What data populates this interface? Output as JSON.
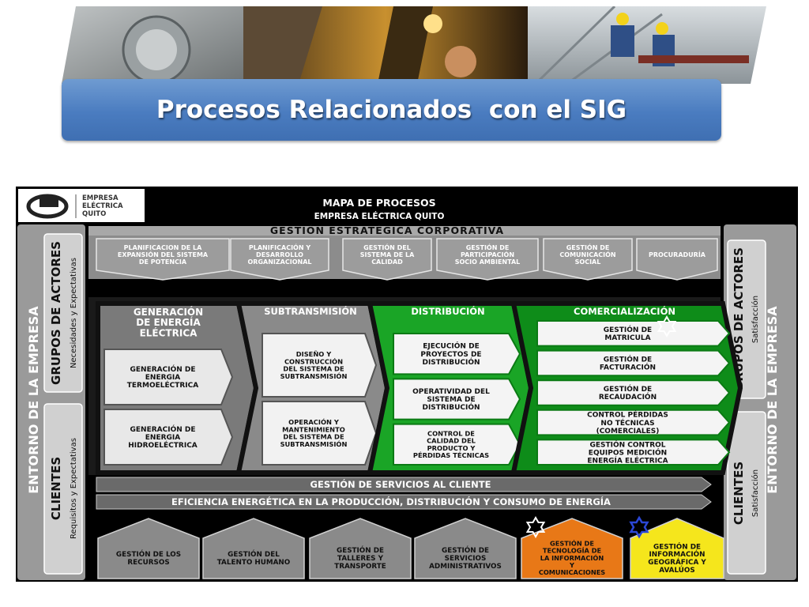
{
  "slide": {
    "title": "Procesos Relacionados  con el SIG"
  },
  "banner": {
    "photos": [
      "electric-meter-photo",
      "worker-photo",
      "linemen-photo"
    ]
  },
  "map": {
    "logo": {
      "line1": "EMPRESA",
      "line2": "ELÉCTRICA",
      "line3": "QUITO"
    },
    "header_title": "MAPA DE PROCESOS",
    "header_subtitle": "EMPRESA ELÉCTRICA QUITO",
    "strategic": {
      "title": "GESTIÓN ESTRATÉGICA CORPORATIVA",
      "items": [
        [
          "PLANIFICACION DE LA",
          "EXPANSIÓN DEL SISTEMA",
          "DE POTENCIA"
        ],
        [
          "PLANIFICACIÓN Y",
          "DESARROLLO",
          "ORGANIZACIONAL"
        ],
        [
          "GESTIÓN DEL",
          "SISTEMA DE LA",
          "CALIDAD"
        ],
        [
          "GESTIÓN DE",
          "PARTICIPACIÓN",
          "SOCIO AMBIENTAL"
        ],
        [
          "GESTIÓN DE",
          "COMUNICACIÓN",
          "SOCIAL"
        ],
        [
          "PROCURADURÍA"
        ]
      ]
    },
    "left_sidebar": {
      "outer": "ENTORNO DE LA EMPRESA",
      "top_title": "GRUPOS DE ACTORES",
      "top_sub": "Necesidades y Expectativas",
      "bottom_title": "CLIENTES",
      "bottom_sub": "Requisitos y Expectativas"
    },
    "right_sidebar": {
      "outer": "ENTORNO DE LA EMPRESA",
      "top_title": "GRUPOS DE ACTORES",
      "top_sub": "Satisfacción",
      "bottom_title": "CLIENTES",
      "bottom_sub": "Satisfacción"
    },
    "core": [
      {
        "title": [
          "GENERACIÓN",
          "DE ENERGÍA",
          "ELÉCTRICA"
        ],
        "color": "#7a7a7a",
        "items": [
          [
            "GENERACIÓN DE",
            "ENERGIA",
            "TERMOELÉCTRICA"
          ],
          [
            "GENERACIÓN DE",
            "ENERGIA",
            "HIDROELÉCTRICA"
          ]
        ]
      },
      {
        "title": [
          "SUBTRANSMISIÓN"
        ],
        "color": "#8a8a8a",
        "items": [
          [
            "DISEÑO Y",
            "CONSTRUCCIÓN",
            "DEL SISTEMA DE",
            "SUBTRANSMISIÓN"
          ],
          [
            "OPERACIÓN Y",
            "MANTENIMIENTO",
            "DEL SISTEMA DE",
            "SUBTRANSMISIÓN"
          ]
        ]
      },
      {
        "title": [
          "DISTRIBUCIÓN"
        ],
        "color": "#1aa526",
        "items": [
          [
            "EJECUCIÓN DE",
            "PROYECTOS DE",
            "DISTRIBUCIÓN"
          ],
          [
            "OPERATIVIDAD DEL",
            "SISTEMA DE",
            "DISTRIBUCIÓN"
          ],
          [
            "CONTROL DE",
            "CALIDAD DEL",
            "PRODUCTO Y",
            "PÉRDIDAS TÉCNICAS"
          ]
        ]
      },
      {
        "title": [
          "COMERCIALIZACIÓN"
        ],
        "color": "#0e8c19",
        "items": [
          [
            "GESTIÓN DE",
            "MATRICULA"
          ],
          [
            "GESTIÓN DE",
            "FACTURACIÓN"
          ],
          [
            "GESTIÓN DE",
            "RECAUDACIÓN"
          ],
          [
            "CONTROL PÉRDIDAS",
            "NO TÉCNICAS",
            "(COMERCIALES)"
          ],
          [
            "GESTIÓN CONTROL",
            "EQUIPOS MEDICIÓN",
            "ENERGÍA ELÉCTRICA"
          ]
        ]
      }
    ],
    "bars": [
      "GESTIÓN DE SERVICIOS AL CLIENTE",
      "EFICIENCIA ENERGÉTICA EN LA PRODUCCIÓN, DISTRIBUCIÓN Y CONSUMO DE ENERGÍA"
    ],
    "support": [
      {
        "lines": [
          "GESTIÓN DE LOS",
          "RECURSOS"
        ],
        "color": "#8a8a8a"
      },
      {
        "lines": [
          "GESTIÓN DEL",
          "TALENTO HUMANO"
        ],
        "color": "#8a8a8a"
      },
      {
        "lines": [
          "GESTIÓN DE",
          "TALLERES Y",
          "TRANSPORTE"
        ],
        "color": "#8a8a8a"
      },
      {
        "lines": [
          "GESTIÓN DE",
          "SERVICIOS",
          "ADMINISTRATIVOS"
        ],
        "color": "#8a8a8a"
      },
      {
        "lines": [
          "GESTIÓN DE",
          "TECNOLOGÍA DE",
          "LA INFORMACIÓN",
          "Y",
          "COMUNICACIONES"
        ],
        "color": "#e87817"
      },
      {
        "lines": [
          "GESTIÓN DE",
          "INFORMACIÓN",
          "GEOGRÁFICA Y",
          "AVALÚOS"
        ],
        "color": "#f5e61c"
      }
    ],
    "star_icons": [
      "star-icon-white",
      "star-icon-blue"
    ]
  }
}
